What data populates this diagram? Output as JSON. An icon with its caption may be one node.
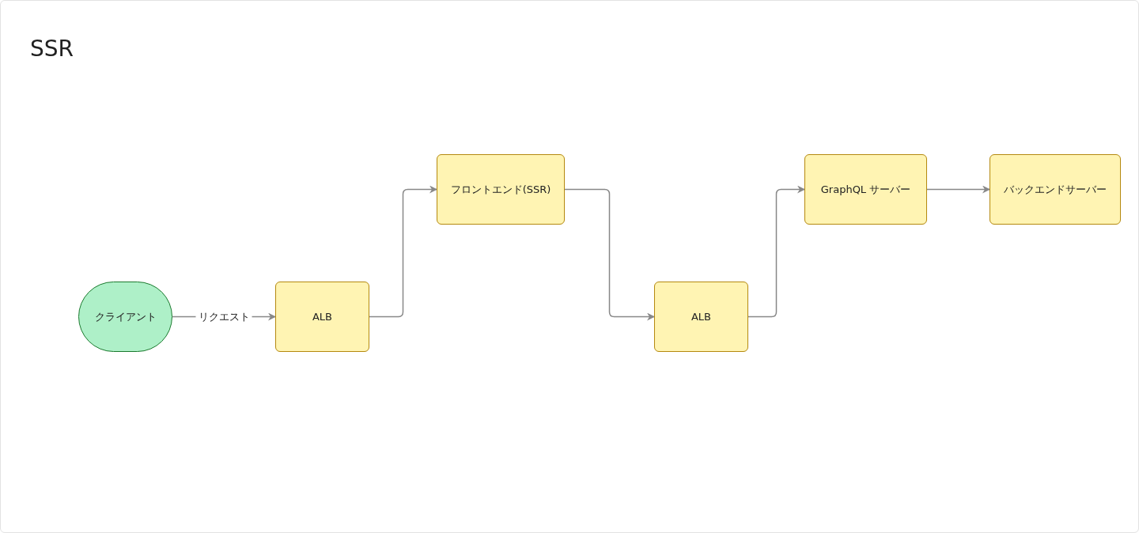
{
  "diagram": {
    "title": "SSR",
    "nodes": [
      {
        "text": [
          "クライアント"
        ]
      },
      {
        "text": [
          "ALB"
        ]
      },
      {
        "text": [
          "フロントエンド(SSR)"
        ]
      },
      {
        "text": [
          "ALB"
        ]
      },
      {
        "text": [
          "GraphQL サーバー"
        ]
      },
      {
        "text": [
          "バックエンドサーバー"
        ]
      }
    ],
    "edges": [
      {
        "from": 0,
        "to": 1,
        "arrow": "to",
        "label": "リクエスト"
      },
      {
        "from": 1,
        "to": 2,
        "arrow": "to"
      },
      {
        "from": 2,
        "to": 3,
        "arrow": "to"
      },
      {
        "from": 3,
        "to": 4,
        "arrow": "to"
      },
      {
        "from": 4,
        "to": 5,
        "arrow": "to"
      }
    ]
  }
}
